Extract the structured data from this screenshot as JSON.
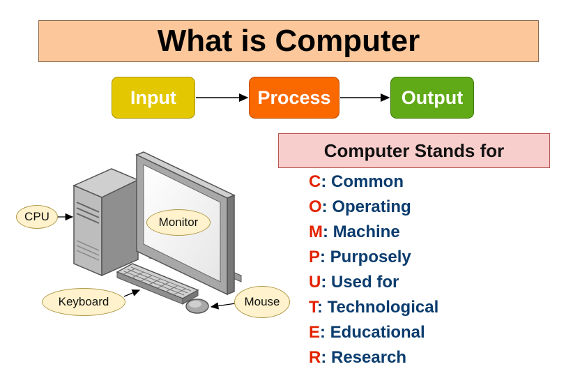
{
  "title": "What is Computer",
  "flow": {
    "input": "Input",
    "process": "Process",
    "output": "Output"
  },
  "stands_for": {
    "heading": "Computer Stands for",
    "items": [
      {
        "letter": "C",
        "rest": ": Common"
      },
      {
        "letter": "O",
        "rest": ": Operating"
      },
      {
        "letter": "M",
        "rest": ": Machine"
      },
      {
        "letter": "P",
        "rest": ": Purposely"
      },
      {
        "letter": "U",
        "rest": ": Used for"
      },
      {
        "letter": "T",
        "rest": ": Technological"
      },
      {
        "letter": "E",
        "rest": ": Educational"
      },
      {
        "letter": "R",
        "rest": ": Research"
      }
    ]
  },
  "callouts": {
    "cpu": "CPU",
    "monitor": "Monitor",
    "keyboard": "Keyboard",
    "mouse": "Mouse"
  },
  "colors": {
    "input": "#e3c700",
    "process": "#fa6800",
    "output": "#60a917",
    "letter": "#e32400",
    "text": "#0b3c6e"
  }
}
